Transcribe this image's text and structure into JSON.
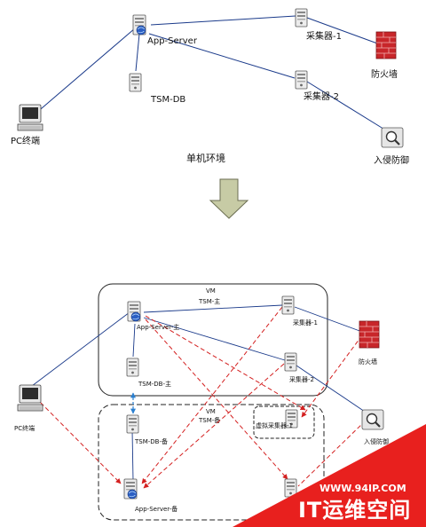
{
  "top": {
    "app_server": "App-Server",
    "tsm_db": "TSM-DB",
    "collector_1": "采集器-1",
    "collector_2": "采集器-2",
    "firewall": "防火墙",
    "pc": "PC终端",
    "ids": "入侵防御",
    "caption": "单机环境"
  },
  "bottom": {
    "vm_main_title": "VM",
    "vm_main_sub": "TSM-主",
    "vm_backup_title": "VM",
    "vm_backup_sub": "TSM-备",
    "app_server_main": "App-Server-主",
    "tsm_db_main": "TSM-DB-主",
    "tsm_db_backup": "TSM-DB-备",
    "app_server_backup": "App-Server-备",
    "collector_1": "采集器-1",
    "collector_2": "采集器-2",
    "virtual_collector": "虚拟采集器-1",
    "firewall": "防火墙",
    "pc": "PC终端",
    "ids": "入侵防御"
  },
  "watermark": {
    "url": "WWW.94IP.COM",
    "name": "IT运维空间"
  },
  "colors": {
    "link": "#1a3a8a",
    "failover": "#d42020",
    "sync": "#2a7fd0",
    "watermark": "#e8201e"
  }
}
